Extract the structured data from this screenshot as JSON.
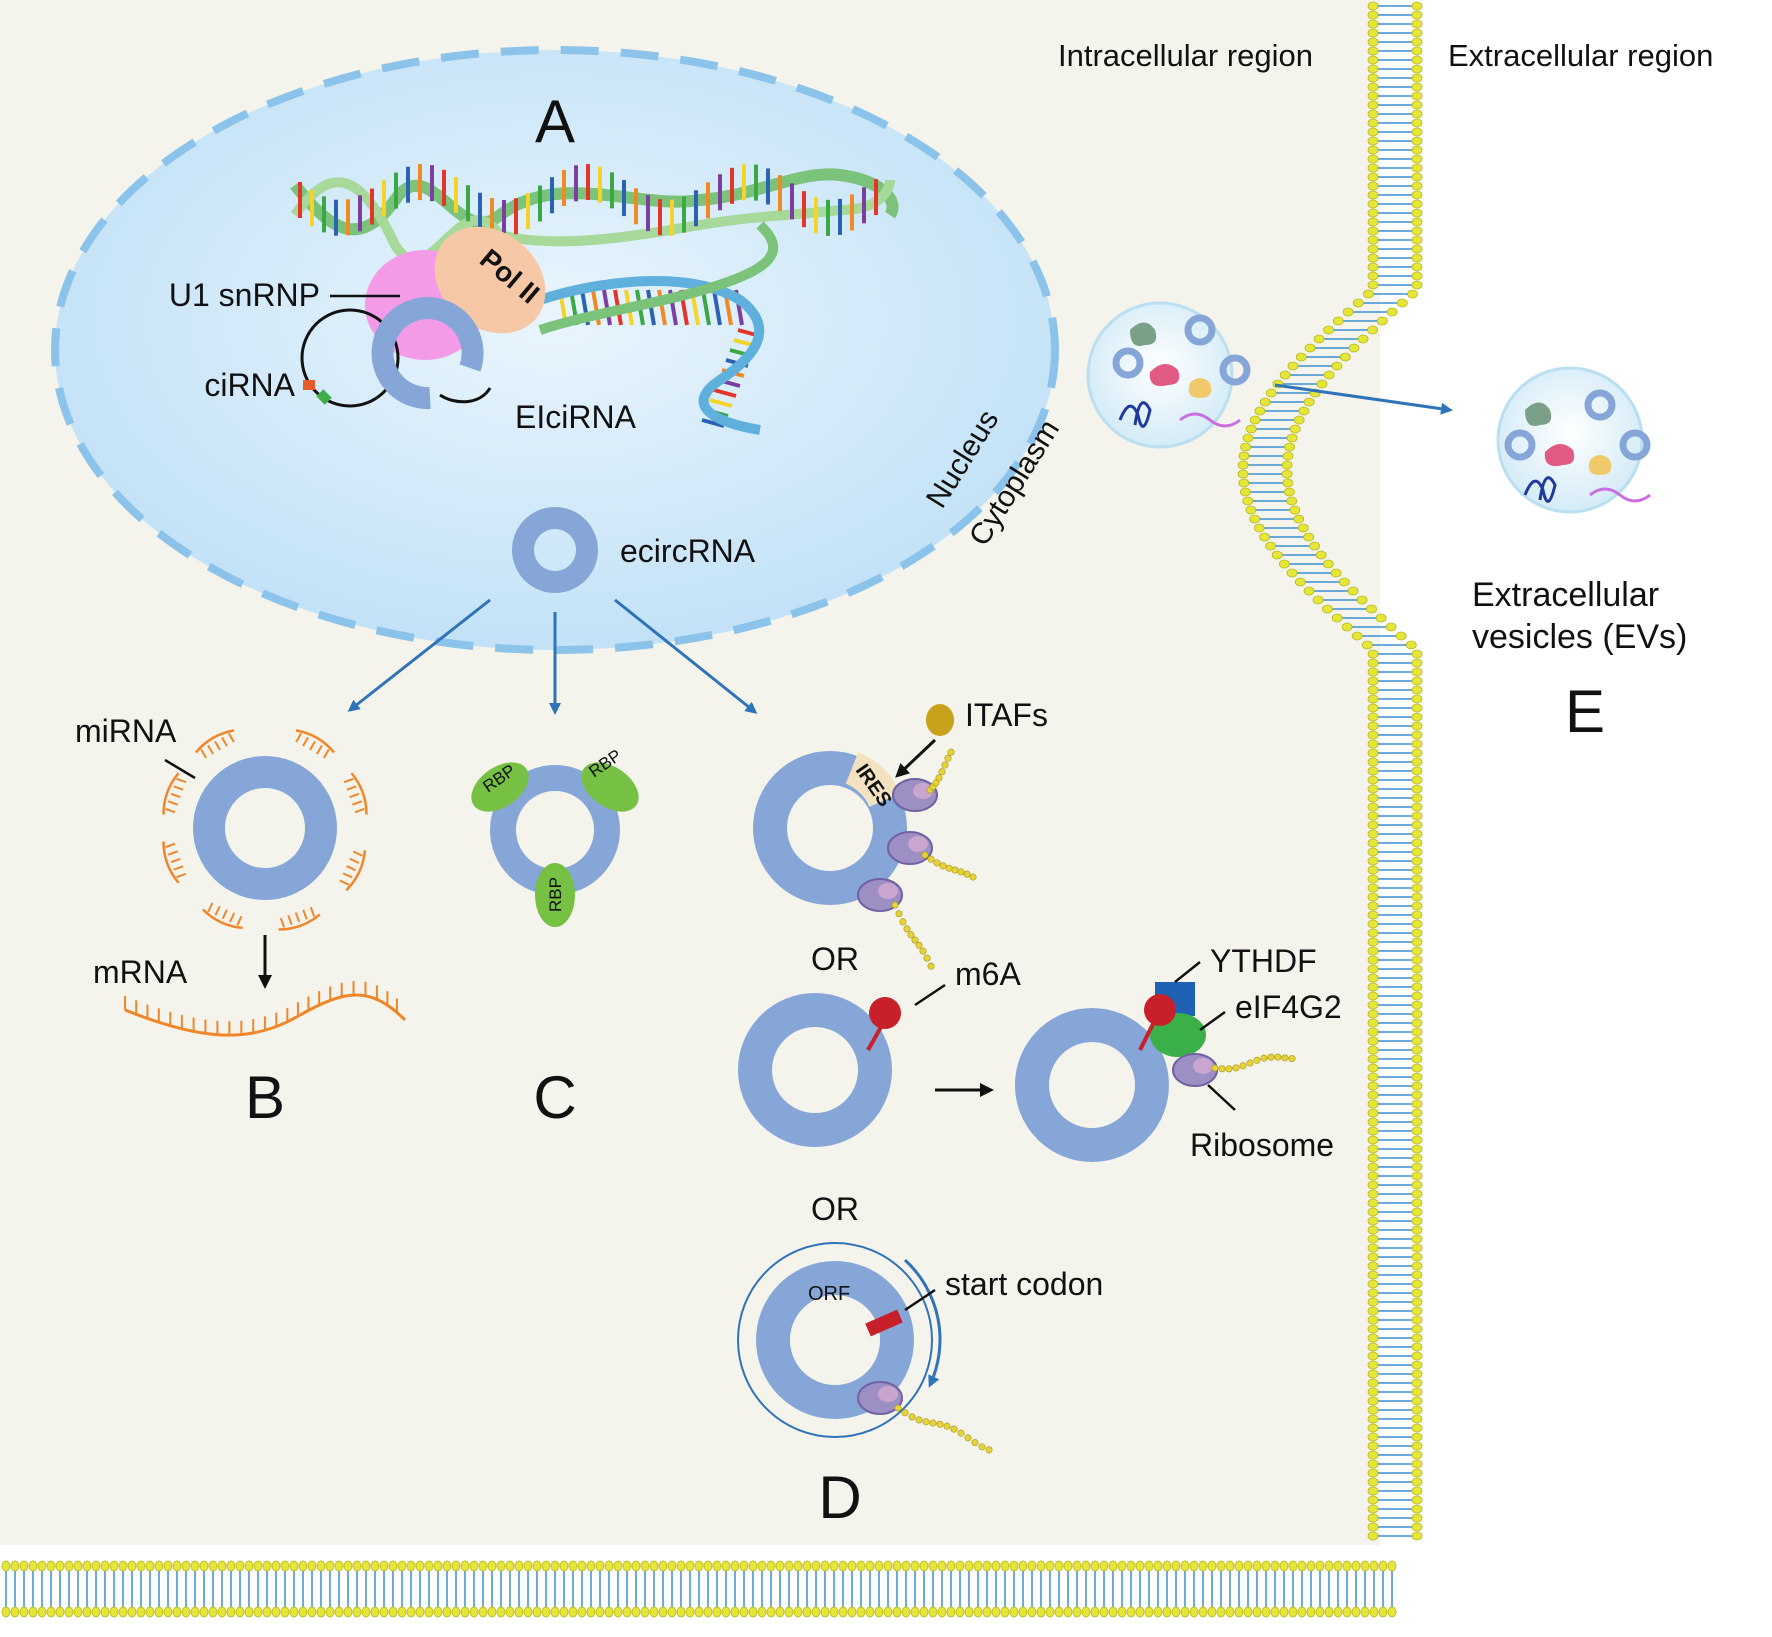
{
  "regions": {
    "intracellular": "Intracellular region",
    "extracellular": "Extracellular region",
    "nucleus": "Nucleus",
    "cytoplasm": "Cytoplasm"
  },
  "panels": {
    "a": "A",
    "b": "B",
    "c": "C",
    "d": "D",
    "e": "E"
  },
  "nucleus_labels": {
    "pol2": "Pol II",
    "u1": "U1 snRNP",
    "cirna": "ciRNA",
    "eicirna": "EIciRNA",
    "ecircrna": "ecircRNA"
  },
  "panel_b": {
    "mirna": "miRNA",
    "mrna": "mRNA"
  },
  "panel_c": {
    "rbp": "RBP"
  },
  "panel_d": {
    "itafs": "ITAFs",
    "ires": "IRES",
    "or": "OR",
    "m6a": "m6A",
    "ythdf": "YTHDF",
    "eif4g2": "eIF4G2",
    "ribosome": "Ribosome",
    "orf": "ORF",
    "start_codon": "start codon"
  },
  "panel_e": {
    "evs": "Extracellular",
    "evs_line2": "vesicles (EVs)"
  },
  "colors": {
    "cytoplasm_bg": "#f5f4ec",
    "nucleus_fill": "#cfe7f8",
    "circ_rna": "#86a6d8",
    "arrow": "#2f73b8",
    "membrane_head": "#e6e63a",
    "membrane_tail": "#3b8fd0",
    "mirna": "#f0862a",
    "rbp": "#76c043",
    "ribosome": "#9d8fc4",
    "m6a": "#c8202a",
    "ythdf": "#1f62b3",
    "eif4g2": "#3bb04a",
    "itaf": "#c9a21b",
    "pol2": "#f7c8a5",
    "u1": "#f49be8"
  }
}
